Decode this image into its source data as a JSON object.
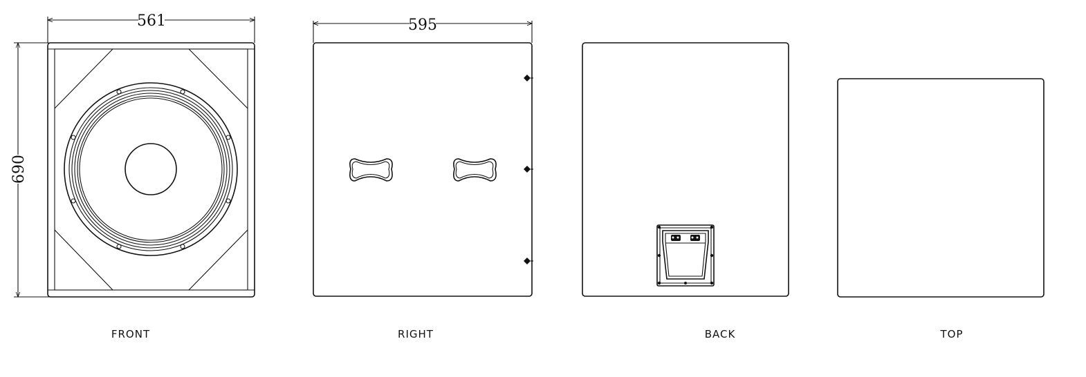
{
  "dimensions": {
    "front_width": "561",
    "right_width": "595",
    "height": "690"
  },
  "views": {
    "front": "FRONT",
    "right": "RIGHT",
    "back": "BACK",
    "top": "TOP"
  },
  "colors": {
    "line": "#111111",
    "background": "#ffffff"
  }
}
